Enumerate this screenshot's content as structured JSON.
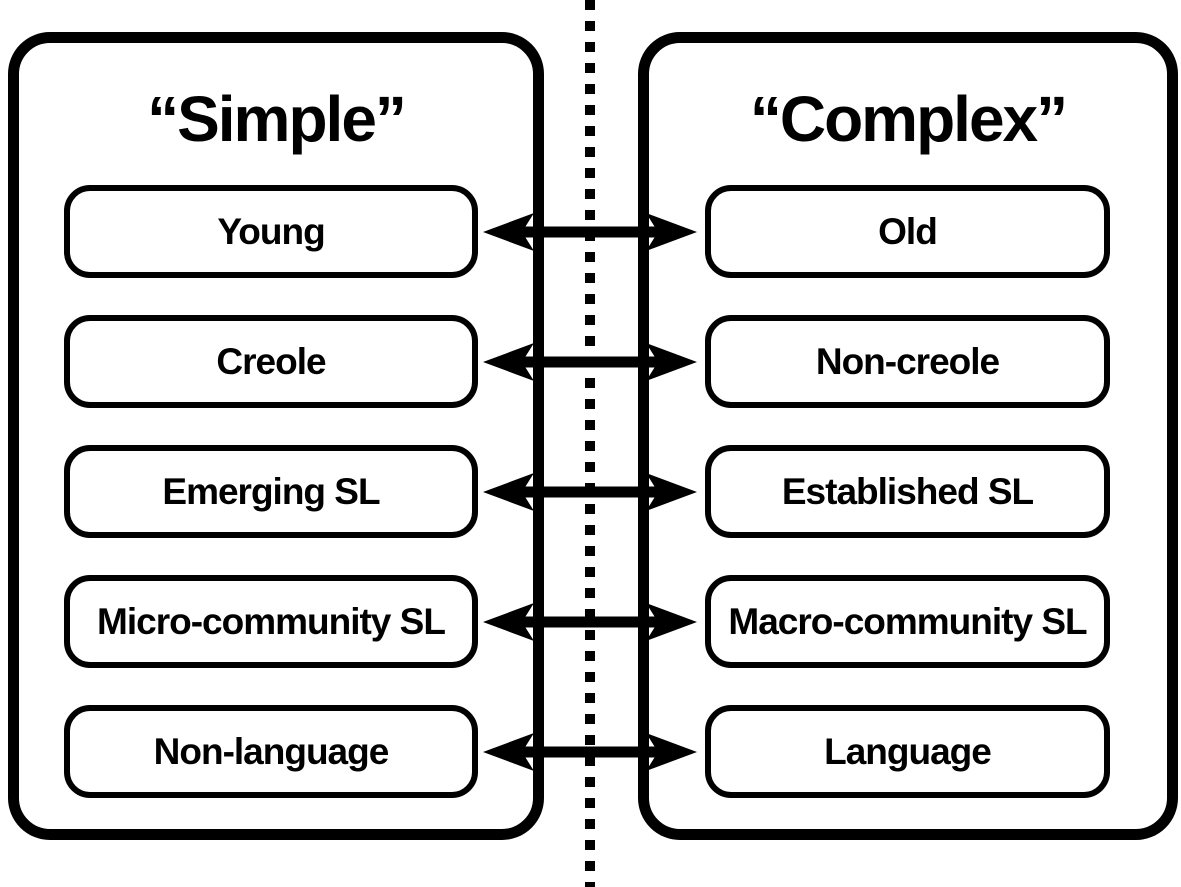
{
  "panels": {
    "simple": {
      "title": "“Simple”"
    },
    "complex": {
      "title": "“Complex”"
    }
  },
  "pairs": [
    {
      "left": "Young",
      "right": "Old"
    },
    {
      "left": "Creole",
      "right": "Non-creole"
    },
    {
      "left": "Emerging SL",
      "right": "Established SL"
    },
    {
      "left": "Micro-community SL",
      "right": "Macro-community SL"
    },
    {
      "left": "Non-language",
      "right": "Language"
    }
  ],
  "colors": {
    "ink": "#000000",
    "background": "#ffffff"
  }
}
